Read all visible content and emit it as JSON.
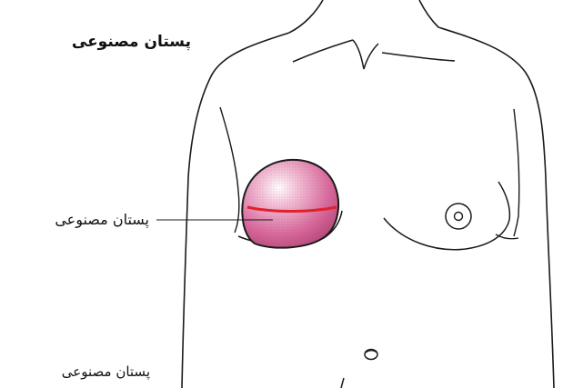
{
  "heading": "پستان مصنوعی",
  "callout_label": "پستان مصنوعی",
  "caption": "پستان مصنوعی",
  "colors": {
    "outline": "#1a1a1a",
    "implant_fill": "#d86a9c",
    "implant_highlight": "#ffffff",
    "incision_line": "#e0222a"
  }
}
